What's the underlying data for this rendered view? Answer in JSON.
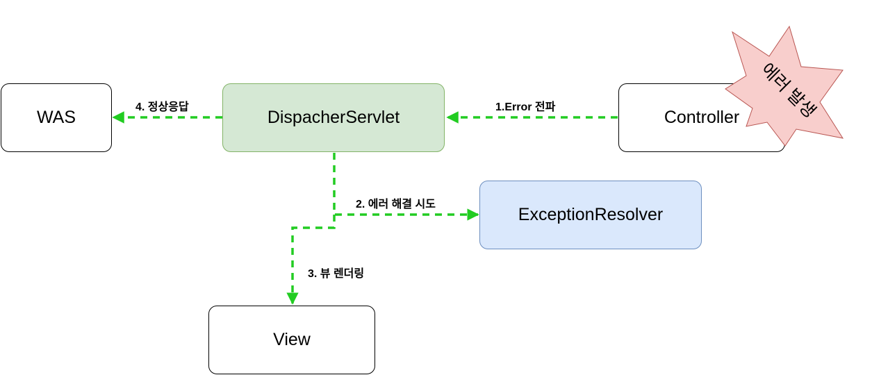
{
  "diagram": {
    "nodes": {
      "was": "WAS",
      "dispatcher": "DispacherServlet",
      "controller": "Controller",
      "resolver": "ExceptionResolver",
      "view": "View"
    },
    "edges": {
      "error_propagation": "1.Error 전파",
      "resolve_attempt": "2. 에러 해결 시도",
      "view_render": "3. 뷰 렌더링",
      "normal_response": "4. 정상응답"
    },
    "badge": "에러 발생",
    "colors": {
      "arrow": "#22cc22",
      "dispatcher_fill": "#d5e8d4",
      "dispatcher_stroke": "#82b366",
      "resolver_fill": "#dae8fc",
      "resolver_stroke": "#6c8ebf",
      "badge_fill": "#f8cecc",
      "badge_stroke": "#b85450"
    }
  }
}
